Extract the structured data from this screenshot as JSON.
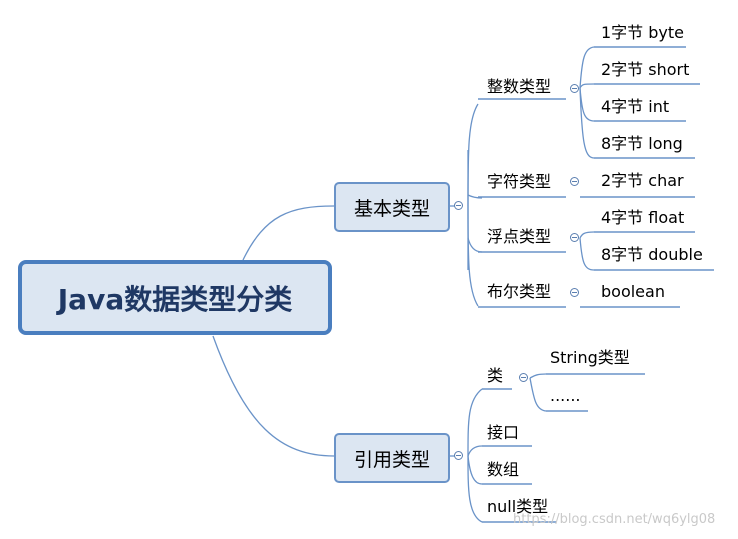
{
  "root": {
    "label": "Java数据类型分类"
  },
  "branches": [
    {
      "label": "基本类型",
      "groups": [
        {
          "label": "整数类型",
          "items": [
            "1字节 byte",
            "2字节 short",
            "4字节 int",
            "8字节 long"
          ]
        },
        {
          "label": "字符类型",
          "items": [
            "2字节 char"
          ]
        },
        {
          "label": "浮点类型",
          "items": [
            "4字节 float",
            "8字节 double"
          ]
        },
        {
          "label": "布尔类型",
          "items": [
            "boolean"
          ]
        }
      ]
    },
    {
      "label": "引用类型",
      "groups": [
        {
          "label": "类",
          "items": [
            "String类型",
            "......"
          ]
        },
        {
          "label": "接口",
          "items": []
        },
        {
          "label": "数组",
          "items": []
        },
        {
          "label": "null类型",
          "items": []
        }
      ]
    }
  ],
  "watermark": "https://blog.csdn.net/wq6ylg08",
  "colors": {
    "line": "#5b8ac9",
    "root_border": "#4a7ebf",
    "node_fill": "#dce6f2"
  }
}
